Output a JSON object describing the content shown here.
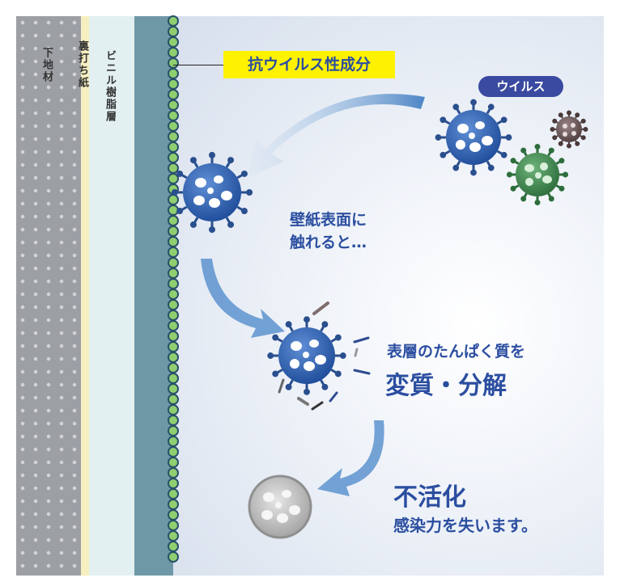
{
  "layers": {
    "base": "下地材",
    "backing_paper": "裏打ち紙",
    "vinyl": "ビニル樹脂層"
  },
  "labels": {
    "antiviral_component": "抗ウイルス性成分",
    "virus_badge": "ウイルス"
  },
  "steps": {
    "touch_line1": "壁紙表面に",
    "touch_line2": "触れると…",
    "surface_line1": "表層のたんぱく質を",
    "surface_line2": "変質・分解",
    "inactivate_title": "不活化",
    "inactivate_sub": "感染力を失います。"
  },
  "colors": {
    "virus_blue": "#2e63b3",
    "virus_green": "#3f8a50",
    "virus_brown": "#6e5a59",
    "label_yellow": "#fff200",
    "text_blue": "#2b4ea0",
    "badge": "#3a4aa0"
  }
}
